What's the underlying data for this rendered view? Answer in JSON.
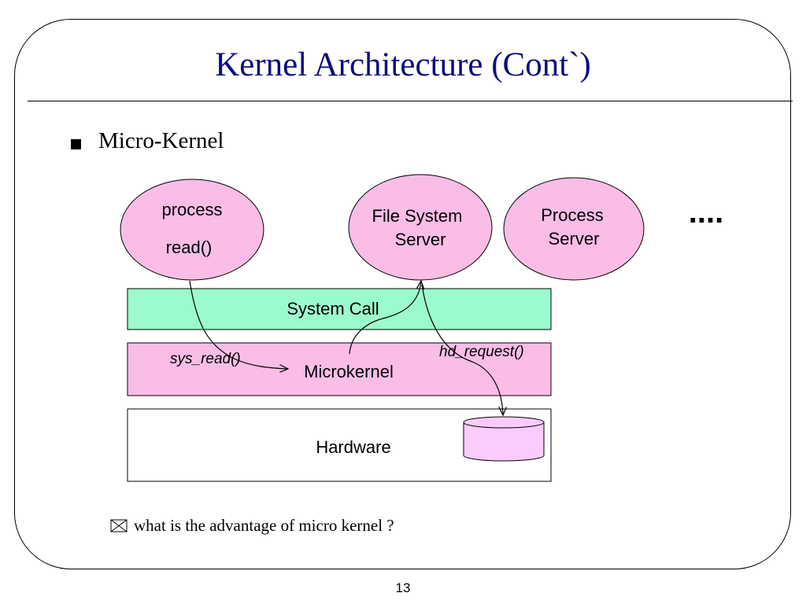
{
  "slide": {
    "title": "Kernel Architecture (Cont`)",
    "bullet": "Micro-Kernel",
    "question": "what is the advantage of micro kernel ?",
    "page_number": "13"
  },
  "diagram": {
    "nodes": {
      "process": {
        "line1": "process",
        "line2": "read()"
      },
      "fs_server": {
        "line1": "File System",
        "line2": "Server"
      },
      "proc_server": {
        "line1": "Process",
        "line2": "Server"
      },
      "more": "....",
      "system_call": "System Call",
      "microkernel": "Microkernel",
      "hardware": "Hardware"
    },
    "edge_labels": {
      "sys_read": "sys_read()",
      "hd_request": "hd_request()"
    }
  },
  "colors": {
    "title": "#0c0c80",
    "process_fill": "#f9bde6",
    "system_call_fill": "#9cfbcc",
    "microkernel_fill": "#f9bde6",
    "disk_fill": "#fbccfb"
  },
  "icons": {
    "bullet": "square-bullet-icon",
    "question": "envelope-icon"
  }
}
